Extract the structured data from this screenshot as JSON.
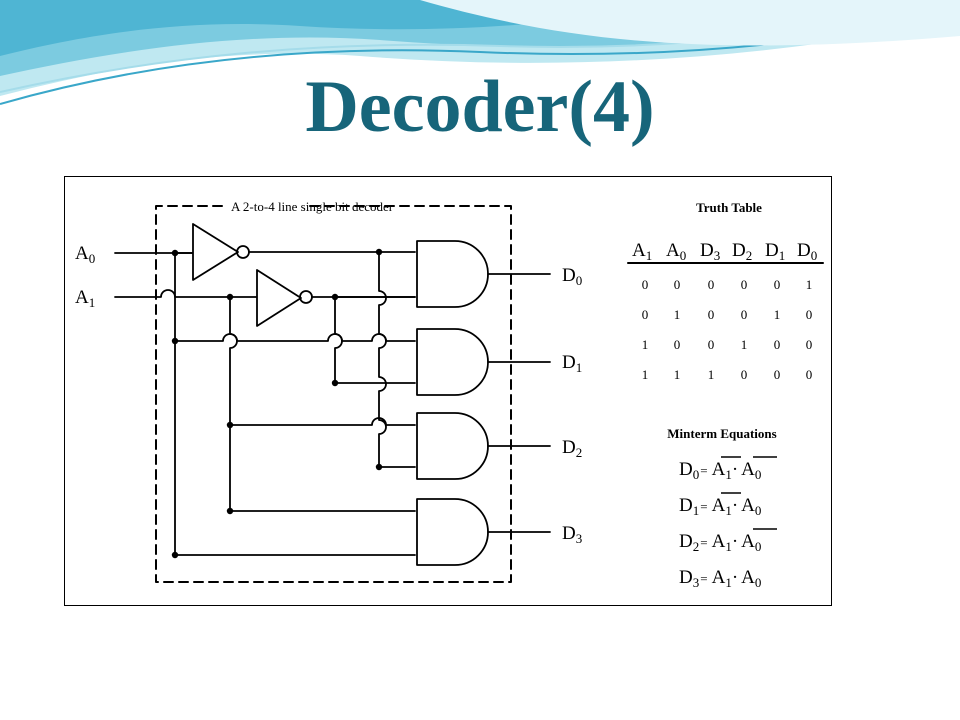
{
  "slide": {
    "title": "Decoder(4)",
    "accent_color": "#17657a"
  },
  "circuit": {
    "box_label": "A 2-to-4 line single bit decoder",
    "inputs": [
      {
        "main": "A",
        "sub": "0"
      },
      {
        "main": "A",
        "sub": "1"
      }
    ],
    "outputs": [
      {
        "main": "D",
        "sub": "0"
      },
      {
        "main": "D",
        "sub": "1"
      },
      {
        "main": "D",
        "sub": "2"
      },
      {
        "main": "D",
        "sub": "3"
      }
    ]
  },
  "truth_table": {
    "title": "Truth Table",
    "headers": [
      {
        "main": "A",
        "sub": "1"
      },
      {
        "main": "A",
        "sub": "0"
      },
      {
        "main": "D",
        "sub": "3"
      },
      {
        "main": "D",
        "sub": "2"
      },
      {
        "main": "D",
        "sub": "1"
      },
      {
        "main": "D",
        "sub": "0"
      }
    ],
    "rows": [
      [
        "0",
        "0",
        "0",
        "0",
        "0",
        "1"
      ],
      [
        "0",
        "1",
        "0",
        "0",
        "1",
        "0"
      ],
      [
        "1",
        "0",
        "0",
        "1",
        "0",
        "0"
      ],
      [
        "1",
        "1",
        "1",
        "0",
        "0",
        "0"
      ]
    ]
  },
  "minterms": {
    "title": "Minterm Equations",
    "equations": [
      {
        "out": "D",
        "out_sub": "0",
        "eq": "=",
        "t1": "A",
        "t1_sub": "1",
        "t1_bar": true,
        "dot": "·",
        "t2": "A",
        "t2_sub": "0",
        "t2_bar": true
      },
      {
        "out": "D",
        "out_sub": "1",
        "eq": "=",
        "t1": "A",
        "t1_sub": "1",
        "t1_bar": true,
        "dot": "·",
        "t2": "A",
        "t2_sub": "0",
        "t2_bar": false
      },
      {
        "out": "D",
        "out_sub": "2",
        "eq": "=",
        "t1": "A",
        "t1_sub": "1",
        "t1_bar": false,
        "dot": "·",
        "t2": "A",
        "t2_sub": "0",
        "t2_bar": true
      },
      {
        "out": "D",
        "out_sub": "3",
        "eq": "=",
        "t1": "A",
        "t1_sub": "1",
        "t1_bar": false,
        "dot": "·",
        "t2": "A",
        "t2_sub": "0",
        "t2_bar": false
      }
    ]
  }
}
